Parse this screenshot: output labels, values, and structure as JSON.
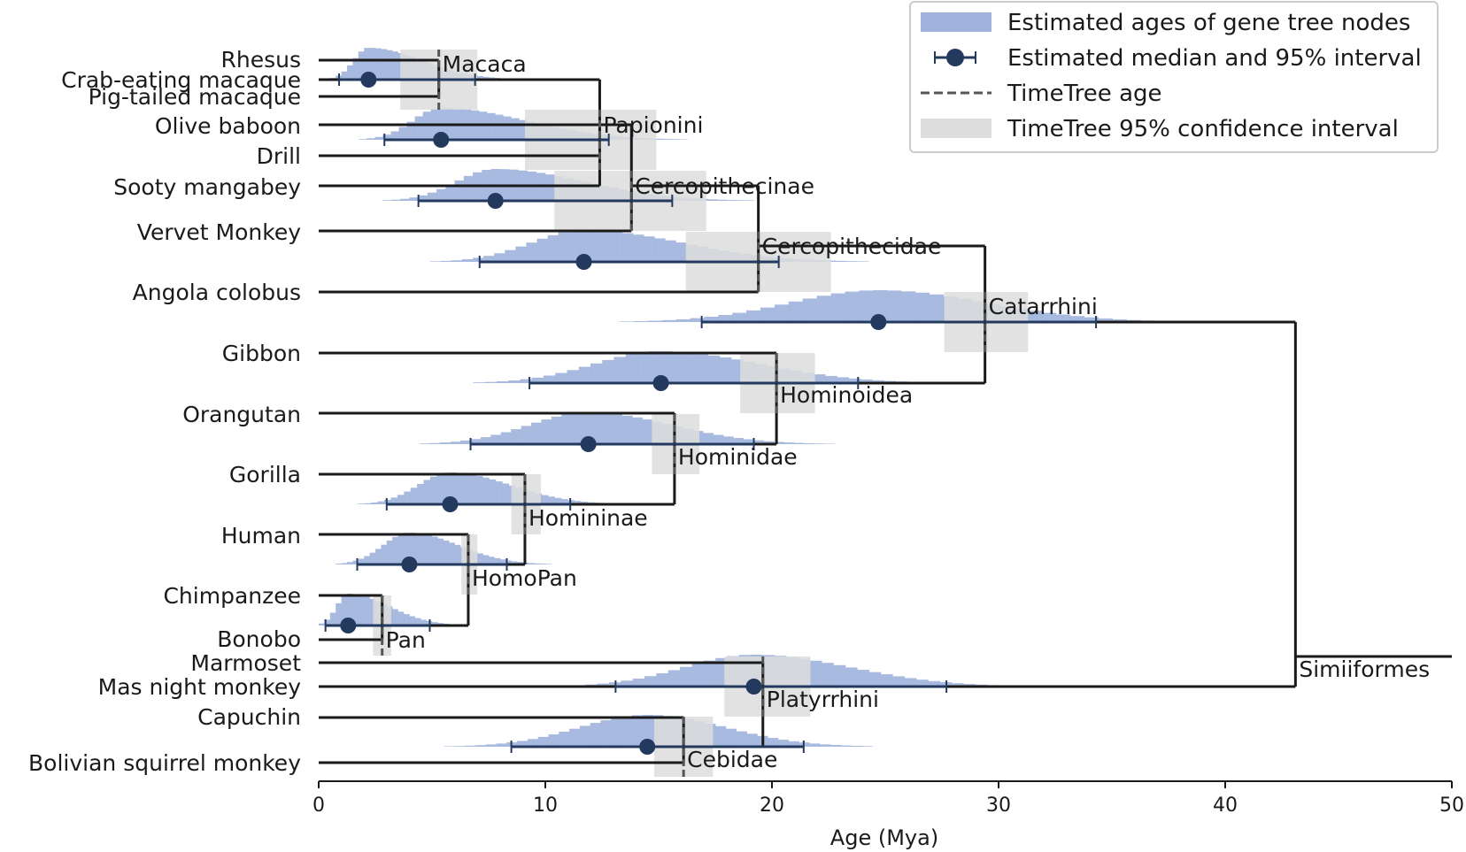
{
  "chart_data": {
    "type": "phylogenetic-tree",
    "xlabel": "Age (Mya)",
    "xlim": [
      0,
      50
    ],
    "xticks": [
      0,
      10,
      20,
      30,
      40,
      50
    ],
    "colors": {
      "histogram": "#9fb3dc",
      "median": "#233a5e",
      "ci_band": "#dddddd",
      "tree": "#1a1a1a",
      "timetree_line": "#555555"
    },
    "legend": {
      "position": "top-right",
      "entries": [
        {
          "key": "hist",
          "label": "Estimated ages of gene tree nodes"
        },
        {
          "key": "median",
          "label": "Estimated median and 95% interval"
        },
        {
          "key": "timetree",
          "label": "TimeTree age"
        },
        {
          "key": "ci",
          "label": "TimeTree 95% confidence interval"
        }
      ]
    },
    "leaves": [
      {
        "id": "rhesus",
        "label": "Rhesus"
      },
      {
        "id": "crab",
        "label": "Crab-eating macaque"
      },
      {
        "id": "pig",
        "label": "Pig-tailed macaque"
      },
      {
        "id": "olive",
        "label": "Olive baboon"
      },
      {
        "id": "drill",
        "label": "Drill"
      },
      {
        "id": "sooty",
        "label": "Sooty mangabey"
      },
      {
        "id": "vervet",
        "label": "Vervet Monkey"
      },
      {
        "id": "colobus",
        "label": "Angola colobus"
      },
      {
        "id": "gibbon",
        "label": "Gibbon"
      },
      {
        "id": "orangutan",
        "label": "Orangutan"
      },
      {
        "id": "gorilla",
        "label": "Gorilla"
      },
      {
        "id": "human",
        "label": "Human"
      },
      {
        "id": "chimp",
        "label": "Chimpanzee"
      },
      {
        "id": "bonobo",
        "label": "Bonobo"
      },
      {
        "id": "marmoset",
        "label": "Marmoset"
      },
      {
        "id": "nightmonkey",
        "label": "Mas night monkey"
      },
      {
        "id": "capuchin",
        "label": "Capuchin"
      },
      {
        "id": "squirrel",
        "label": "Bolivian squirrel monkey"
      }
    ],
    "nodes": [
      {
        "id": "macaca",
        "label": "Macaca",
        "age": 5.3,
        "ci": [
          3.6,
          7.0
        ],
        "median": 2.2,
        "interval": [
          0.9,
          6.9
        ],
        "children": [
          "rhesus",
          "crab",
          "pig"
        ]
      },
      {
        "id": "papionini",
        "label": "Papionini",
        "age": 12.4,
        "ci": [
          9.1,
          14.9
        ],
        "median": 5.4,
        "interval": [
          2.9,
          12.8
        ],
        "children": [
          "macaca",
          "olive",
          "drill",
          "sooty"
        ]
      },
      {
        "id": "cercopithecinae",
        "label": "Cercopithecinae",
        "age": 13.8,
        "ci": [
          10.4,
          17.1
        ],
        "median": 7.8,
        "interval": [
          4.4,
          15.6
        ],
        "children": [
          "papionini",
          "vervet"
        ]
      },
      {
        "id": "cercopithecidae",
        "label": "Cercopithecidae",
        "age": 19.4,
        "ci": [
          16.2,
          22.6
        ],
        "median": 11.7,
        "interval": [
          7.1,
          20.3
        ],
        "children": [
          "cercopithecinae",
          "colobus"
        ]
      },
      {
        "id": "hominoidea",
        "label": "Hominoidea",
        "age": 20.2,
        "ci": [
          18.6,
          21.9
        ],
        "median": 15.1,
        "interval": [
          9.3,
          23.8
        ],
        "children": [
          "gibbon",
          "hominidae"
        ]
      },
      {
        "id": "catarrhini",
        "label": "Catarrhini",
        "age": 29.4,
        "ci": [
          27.6,
          31.3
        ],
        "median": 24.7,
        "interval": [
          16.9,
          34.3
        ],
        "children": [
          "cercopithecidae",
          "hominoidea"
        ]
      },
      {
        "id": "hominidae",
        "label": "Hominidae",
        "age": 15.7,
        "ci": [
          14.7,
          16.8
        ],
        "median": 11.9,
        "interval": [
          6.7,
          19.2
        ],
        "children": [
          "orangutan",
          "homininae"
        ]
      },
      {
        "id": "homininae",
        "label": "Homininae",
        "age": 9.1,
        "ci": [
          8.5,
          9.8
        ],
        "median": 5.8,
        "interval": [
          3.0,
          11.1
        ],
        "children": [
          "gorilla",
          "homopan"
        ]
      },
      {
        "id": "homopan",
        "label": "HomoPan",
        "age": 6.6,
        "ci": [
          6.3,
          7.0
        ],
        "median": 4.0,
        "interval": [
          1.7,
          8.3
        ],
        "children": [
          "human",
          "pan"
        ]
      },
      {
        "id": "pan",
        "label": "Pan",
        "age": 2.8,
        "ci": [
          2.4,
          3.2
        ],
        "median": 1.3,
        "interval": [
          0.3,
          4.9
        ],
        "children": [
          "chimp",
          "bonobo"
        ]
      },
      {
        "id": "platyrrhini",
        "label": "Platyrrhini",
        "age": 19.6,
        "ci": [
          17.9,
          21.7
        ],
        "median": 19.2,
        "interval": [
          13.1,
          27.7
        ],
        "children": [
          "cebidae",
          "marmoset",
          "nightmonkey"
        ]
      },
      {
        "id": "cebidae",
        "label": "Cebidae",
        "age": 16.1,
        "ci": [
          14.8,
          17.4
        ],
        "median": 14.5,
        "interval": [
          8.5,
          21.4
        ],
        "children": [
          "capuchin",
          "squirrel"
        ]
      },
      {
        "id": "simiiformes",
        "label": "Simiiformes",
        "age": 43.1,
        "ci": null,
        "median": null,
        "interval": null,
        "children": [
          "catarrhini",
          "platyrrhini"
        ]
      }
    ]
  }
}
